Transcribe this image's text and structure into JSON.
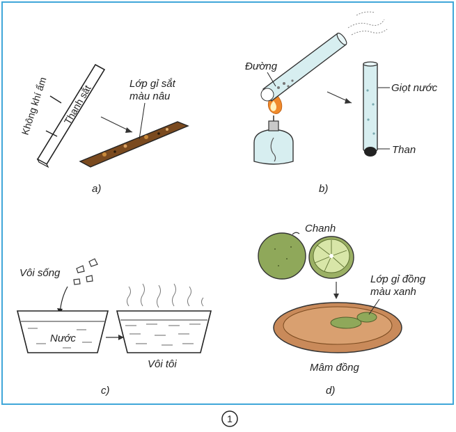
{
  "figure_number": "1",
  "colors": {
    "frame": "#3fa6d9",
    "rust": "#7a4a1f",
    "glass": "#d7eef0",
    "flame": "#f08a2b",
    "lime": "#8fa85a",
    "copper": "#c98a5a"
  },
  "panel_a": {
    "caption": "a)",
    "air_label": "Không khí ẩm",
    "bar_label": "Thanh sắt",
    "rust_label_1": "Lớp gỉ sắt",
    "rust_label_2": "màu nâu"
  },
  "panel_b": {
    "caption": "b)",
    "sugar_label": "Đường",
    "water_label": "Giọt nước",
    "charcoal_label": "Than"
  },
  "panel_c": {
    "caption": "c)",
    "quicklime_label": "Vôi sống",
    "water_label": "Nước",
    "slaked_label": "Vôi tôi"
  },
  "panel_d": {
    "caption": "d)",
    "lemon_label": "Chanh",
    "patina_label_1": "Lớp gỉ đồng",
    "patina_label_2": "màu xanh",
    "tray_label": "Mâm đồng"
  }
}
